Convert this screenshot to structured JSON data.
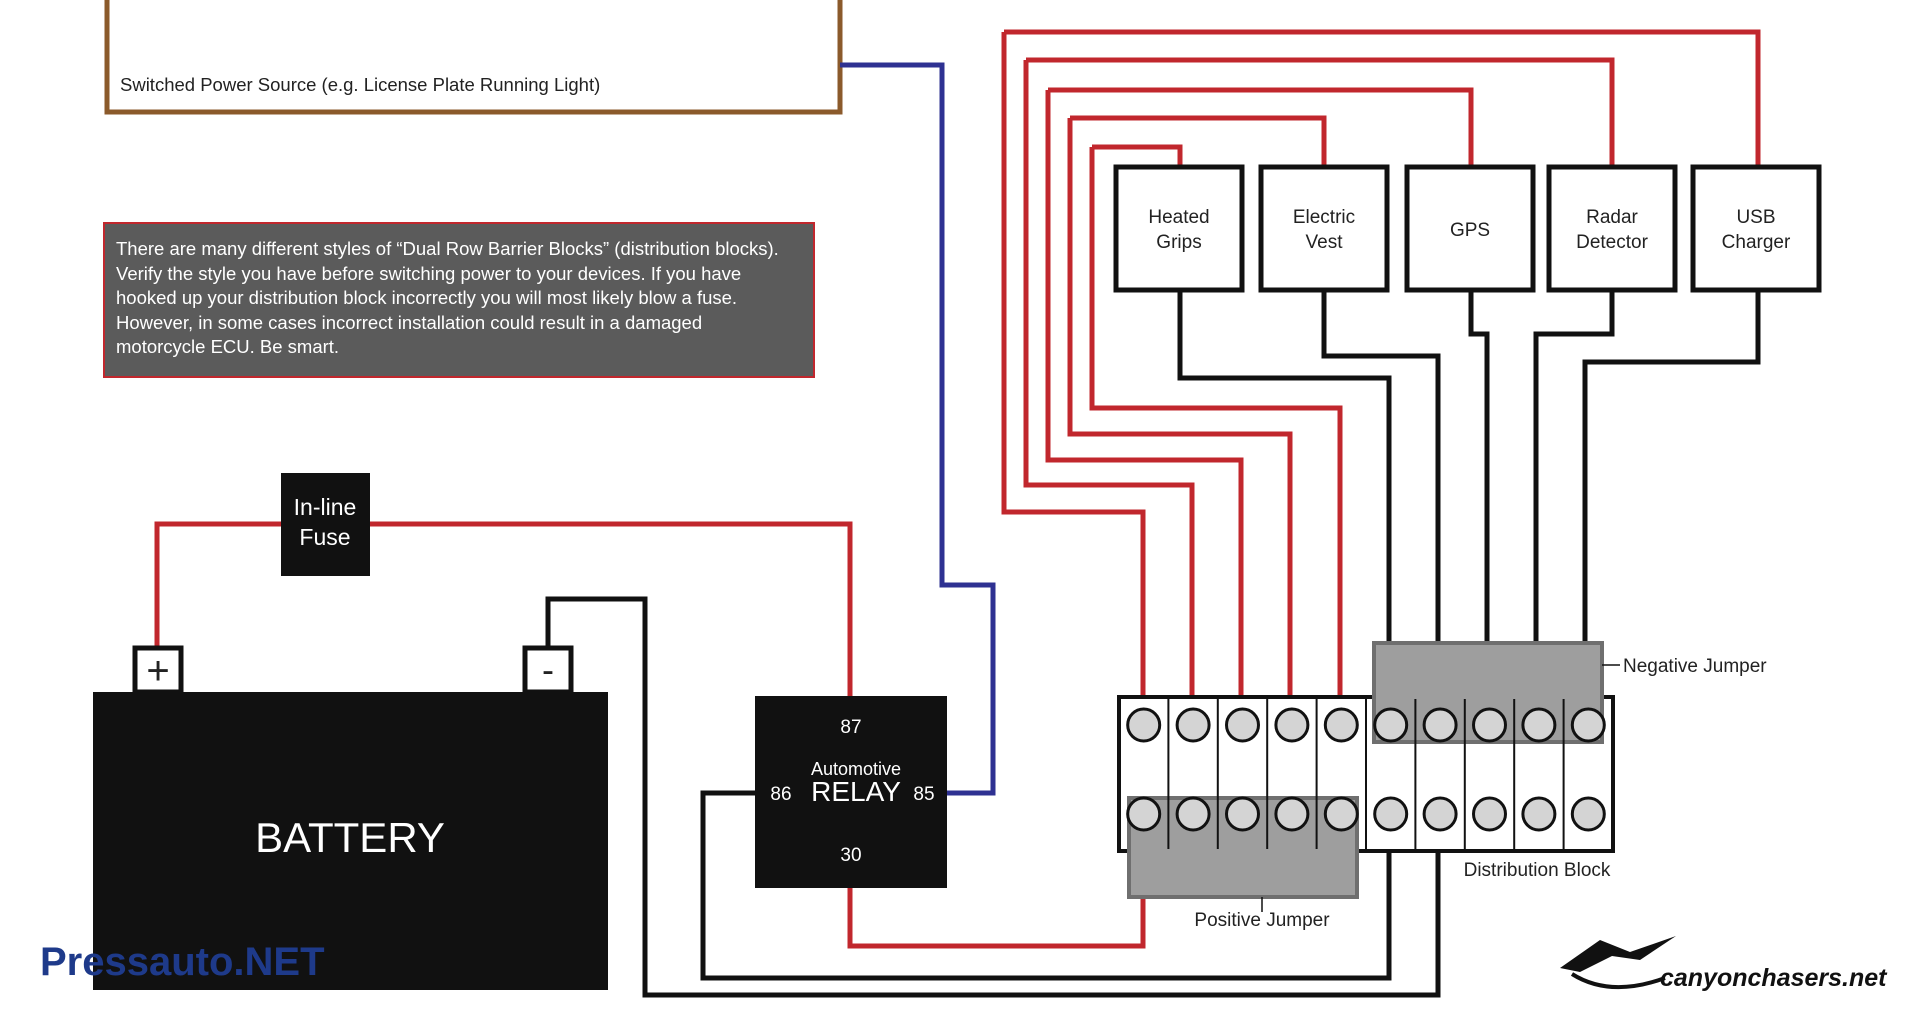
{
  "power_source": {
    "label": "Switched Power Source (e.g. License Plate Running Light)"
  },
  "notice": {
    "lines": [
      "There are many different styles of “Dual Row Barrier Blocks” (distribution blocks).",
      "Verify the style you have before switching power to your devices. If you have",
      "hooked up your distribution block incorrectly you will most likely blow a fuse.",
      "However, in some cases incorrect installation could result in a damaged",
      "motorcycle ECU. Be smart."
    ]
  },
  "fuse": {
    "line1": "In-line",
    "line2": "Fuse"
  },
  "battery": {
    "label": "BATTERY",
    "positive": "+",
    "negative": "-"
  },
  "relay": {
    "line1": "Automotive",
    "line2": "RELAY",
    "pin_87": "87",
    "pin_86": "86",
    "pin_85": "85",
    "pin_30": "30"
  },
  "devices": [
    {
      "name": "heated-grips",
      "line1": "Heated",
      "line2": "Grips"
    },
    {
      "name": "electric-vest",
      "line1": "Electric",
      "line2": "Vest"
    },
    {
      "name": "gps",
      "line1": "GPS",
      "line2": ""
    },
    {
      "name": "radar-detector",
      "line1": "Radar",
      "line2": "Detector"
    },
    {
      "name": "usb-charger",
      "line1": "USB",
      "line2": "Charger"
    }
  ],
  "labels": {
    "negative_jumper": "Negative Jumper",
    "positive_jumper": "Positive Jumper",
    "distribution_block": "Distribution Block"
  },
  "watermarks": {
    "left": "Pressauto.NET",
    "right": "canyonchasers.net"
  },
  "colors": {
    "positive_wire": "#c1272d",
    "ground_wire": "#111111",
    "switched_wire": "#2e3192",
    "source_box": "#8b5a2b",
    "notice_bg": "#5b5b5b",
    "notice_border": "#c1272d",
    "jumper_fill": "#9e9e9e",
    "terminal_fill": "#d4d4d4",
    "watermark_left": "#1e3a8a"
  }
}
